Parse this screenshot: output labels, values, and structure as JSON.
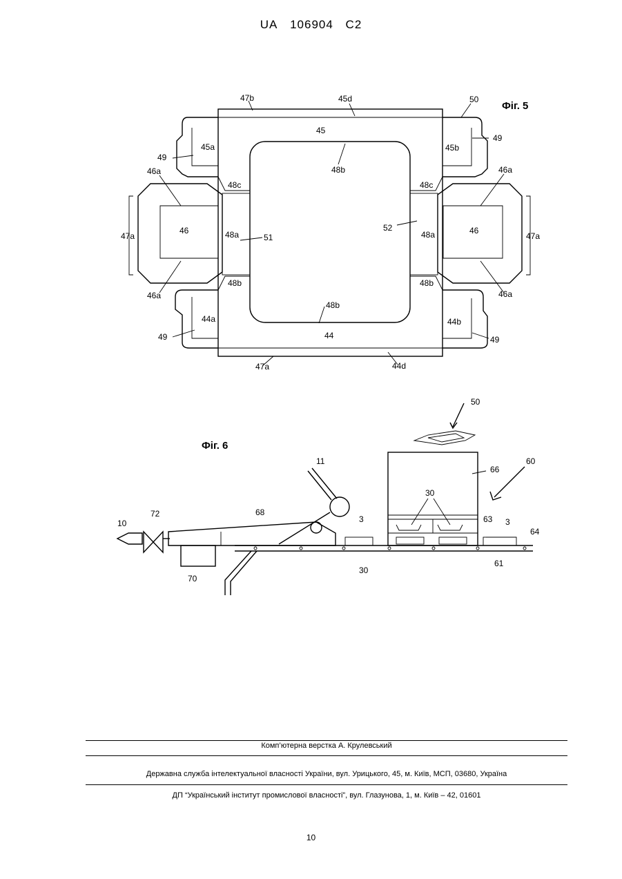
{
  "header": {
    "country": "UA",
    "number": "106904",
    "kind": "C2"
  },
  "fig5": {
    "title": "Фіг. 5",
    "labels": {
      "l47b": "47b",
      "l45d": "45d",
      "l50": "50",
      "l45": "45",
      "l45a": "45a",
      "l45b": "45b",
      "l49a": "49",
      "l49b": "49",
      "l49c": "49",
      "l49d": "49",
      "l48b_top": "48b",
      "l48c_left": "48c",
      "l48c_right": "48c",
      "l46a_1": "46a",
      "l46a_2": "46a",
      "l46a_3": "46a",
      "l46a_4": "46a",
      "l47a_left": "47a",
      "l47a_right": "47a",
      "l46_left": "46",
      "l46_right": "46",
      "l48a_left": "48a",
      "l48a_right": "48a",
      "l51": "51",
      "l52": "52",
      "l48b_left": "48b",
      "l48b_right": "48b",
      "l48b_bottom": "48b",
      "l44a": "44a",
      "l44b": "44b",
      "l44": "44",
      "l47a_bottom": "47a",
      "l44d": "44d"
    }
  },
  "fig6": {
    "title": "Фіг. 6",
    "labels": {
      "l50": "50",
      "l60": "60",
      "l66": "66",
      "l11": "11",
      "l72": "72",
      "l10": "10",
      "l68": "68",
      "l30_top": "30",
      "l3_left": "3",
      "l63": "63",
      "l3_right": "3",
      "l64": "64",
      "l70": "70",
      "l30_bottom": "30",
      "l61": "61"
    }
  },
  "footer": {
    "composer": "Комп’ютерна верстка А. Крулевський",
    "office": "Державна служба інтелектуальної власності України, вул. Урицького, 45, м. Київ, МСП, 03680, Україна",
    "institute": "ДП “Український інститут промислової власності”, вул. Глазунова, 1, м. Київ – 42, 01601"
  },
  "page_number": "10"
}
